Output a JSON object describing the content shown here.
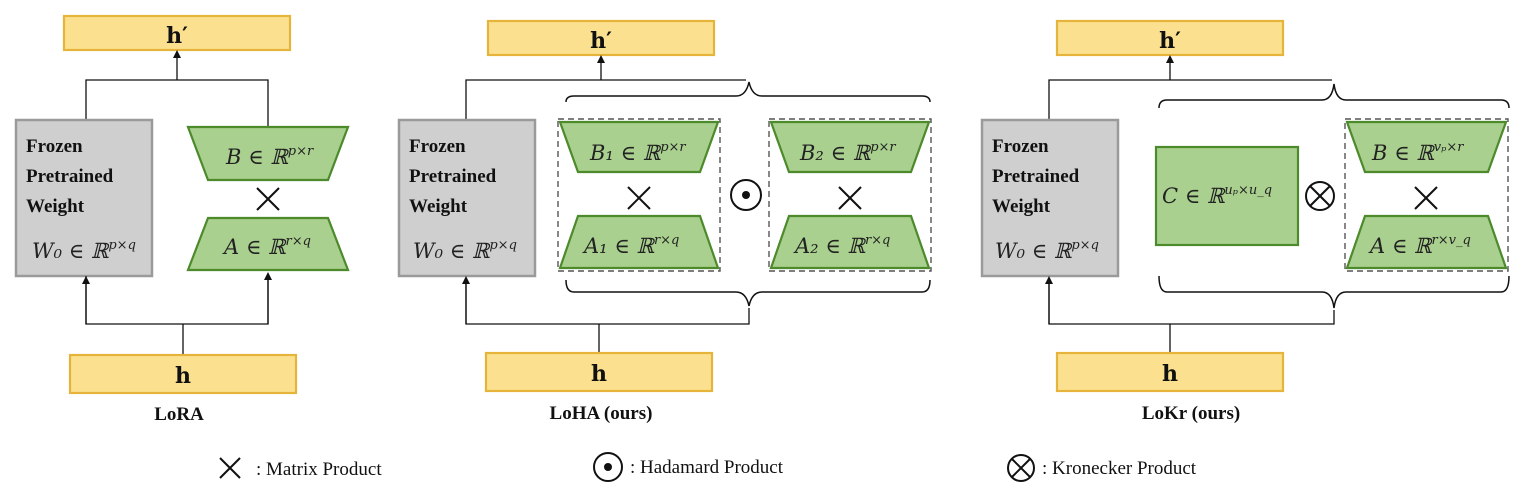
{
  "lora": {
    "output_label": "h′",
    "input_label": "h",
    "frozen_line1": "Frozen",
    "frozen_line2": "Pretrained",
    "frozen_line3": "Weight",
    "frozen_math": "W₀ ∈ ℝ",
    "frozen_math_sup": "p×q",
    "b_math": "B ∈ ℝ",
    "b_math_sup": "p×r",
    "a_math": "A ∈ ℝ",
    "a_math_sup": "r×q",
    "caption": "LoRA"
  },
  "loha": {
    "output_label": "h′",
    "input_label": "h",
    "frozen_line1": "Frozen",
    "frozen_line2": "Pretrained",
    "frozen_line3": "Weight",
    "frozen_math": "W₀ ∈ ℝ",
    "frozen_math_sup": "p×q",
    "b1_math": "B₁ ∈ ℝ",
    "b1_math_sup": "p×r",
    "a1_math": "A₁ ∈ ℝ",
    "a1_math_sup": "r×q",
    "b2_math": "B₂ ∈ ℝ",
    "b2_math_sup": "p×r",
    "a2_math": "A₂ ∈ ℝ",
    "a2_math_sup": "r×q",
    "caption": "LoHA (ours)"
  },
  "lokr": {
    "output_label": "h′",
    "input_label": "h",
    "frozen_line1": "Frozen",
    "frozen_line2": "Pretrained",
    "frozen_line3": "Weight",
    "frozen_math": "W₀ ∈ ℝ",
    "frozen_math_sup": "p×q",
    "c_math": "C ∈ ℝ",
    "c_math_sup": "uₚ×u_q",
    "b_math": "B ∈ ℝ",
    "b_math_sup": "vₚ×r",
    "a_math": "A ∈ ℝ",
    "a_math_sup": "r×v_q",
    "caption": "LoKr (ours)"
  },
  "legend": {
    "matrix": ": Matrix Product",
    "hadamard": ": Hadamard Product",
    "kronecker": ": Kronecker Product"
  },
  "colors": {
    "yellow_fill": "#fbe08f",
    "gray_fill": "#cfcfcf",
    "green_fill": "#a9d08e",
    "green_stroke": "#4d8a2c"
  }
}
